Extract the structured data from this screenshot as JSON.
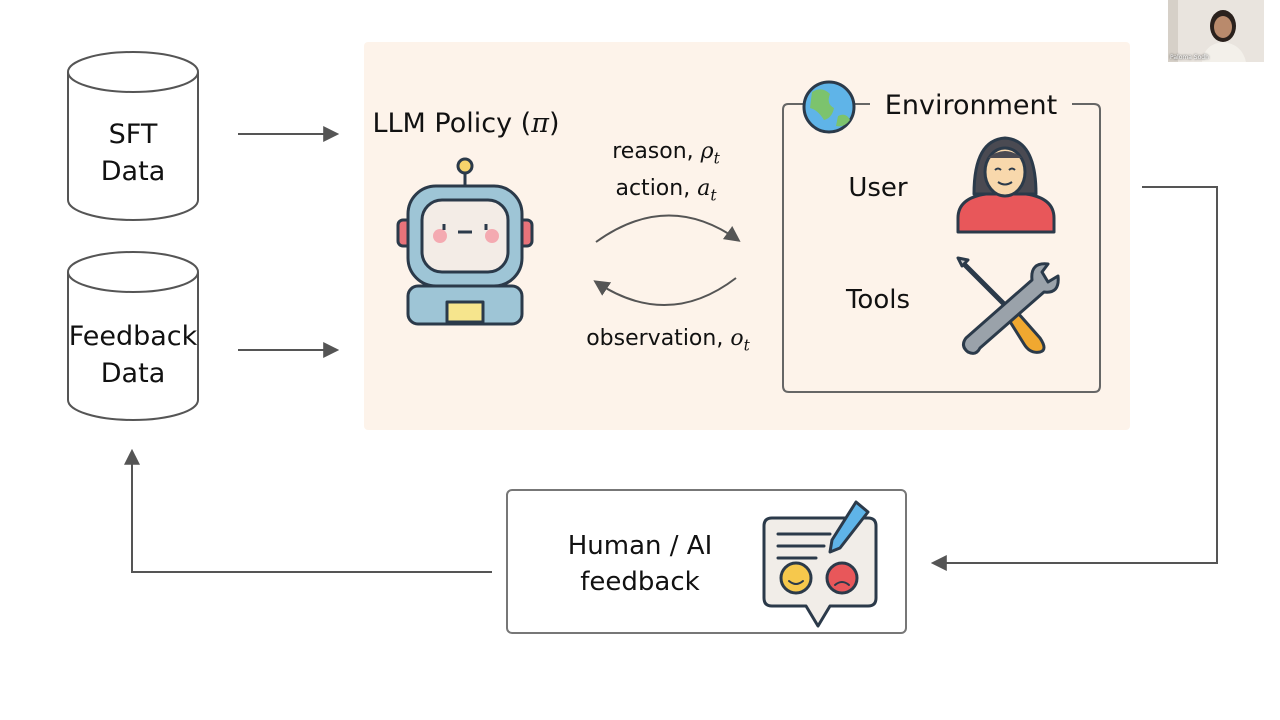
{
  "nodes": {
    "sft_data": [
      "SFT",
      "Data"
    ],
    "feedback_data": [
      "Feedback",
      "Data"
    ],
    "policy": {
      "title_prefix": "LLM Policy (",
      "title_symbol": "π",
      "title_suffix": ")"
    },
    "reason": {
      "label": "reason, ",
      "symbol": "ρ",
      "sub": "t"
    },
    "action": {
      "label": "action, ",
      "symbol": "a",
      "sub": "t"
    },
    "observation": {
      "label": "observation, ",
      "symbol": "o",
      "sub": "t"
    },
    "environment": {
      "title": "Environment",
      "user": "User",
      "tools": "Tools"
    },
    "feedback": [
      "Human / AI",
      "feedback"
    ]
  },
  "video": {
    "participant_name": "Paloma Sodh"
  },
  "icons": {
    "database_1": "database-cylinder-icon",
    "database_2": "database-cylinder-icon",
    "robot": "robot-icon",
    "globe": "globe-icon",
    "user": "woman-user-icon",
    "tools": "wrench-screwdriver-icon",
    "feedback": "feedback-form-icon"
  },
  "colors": {
    "policy_panel": "#fdf3ea",
    "line": "#555555"
  }
}
